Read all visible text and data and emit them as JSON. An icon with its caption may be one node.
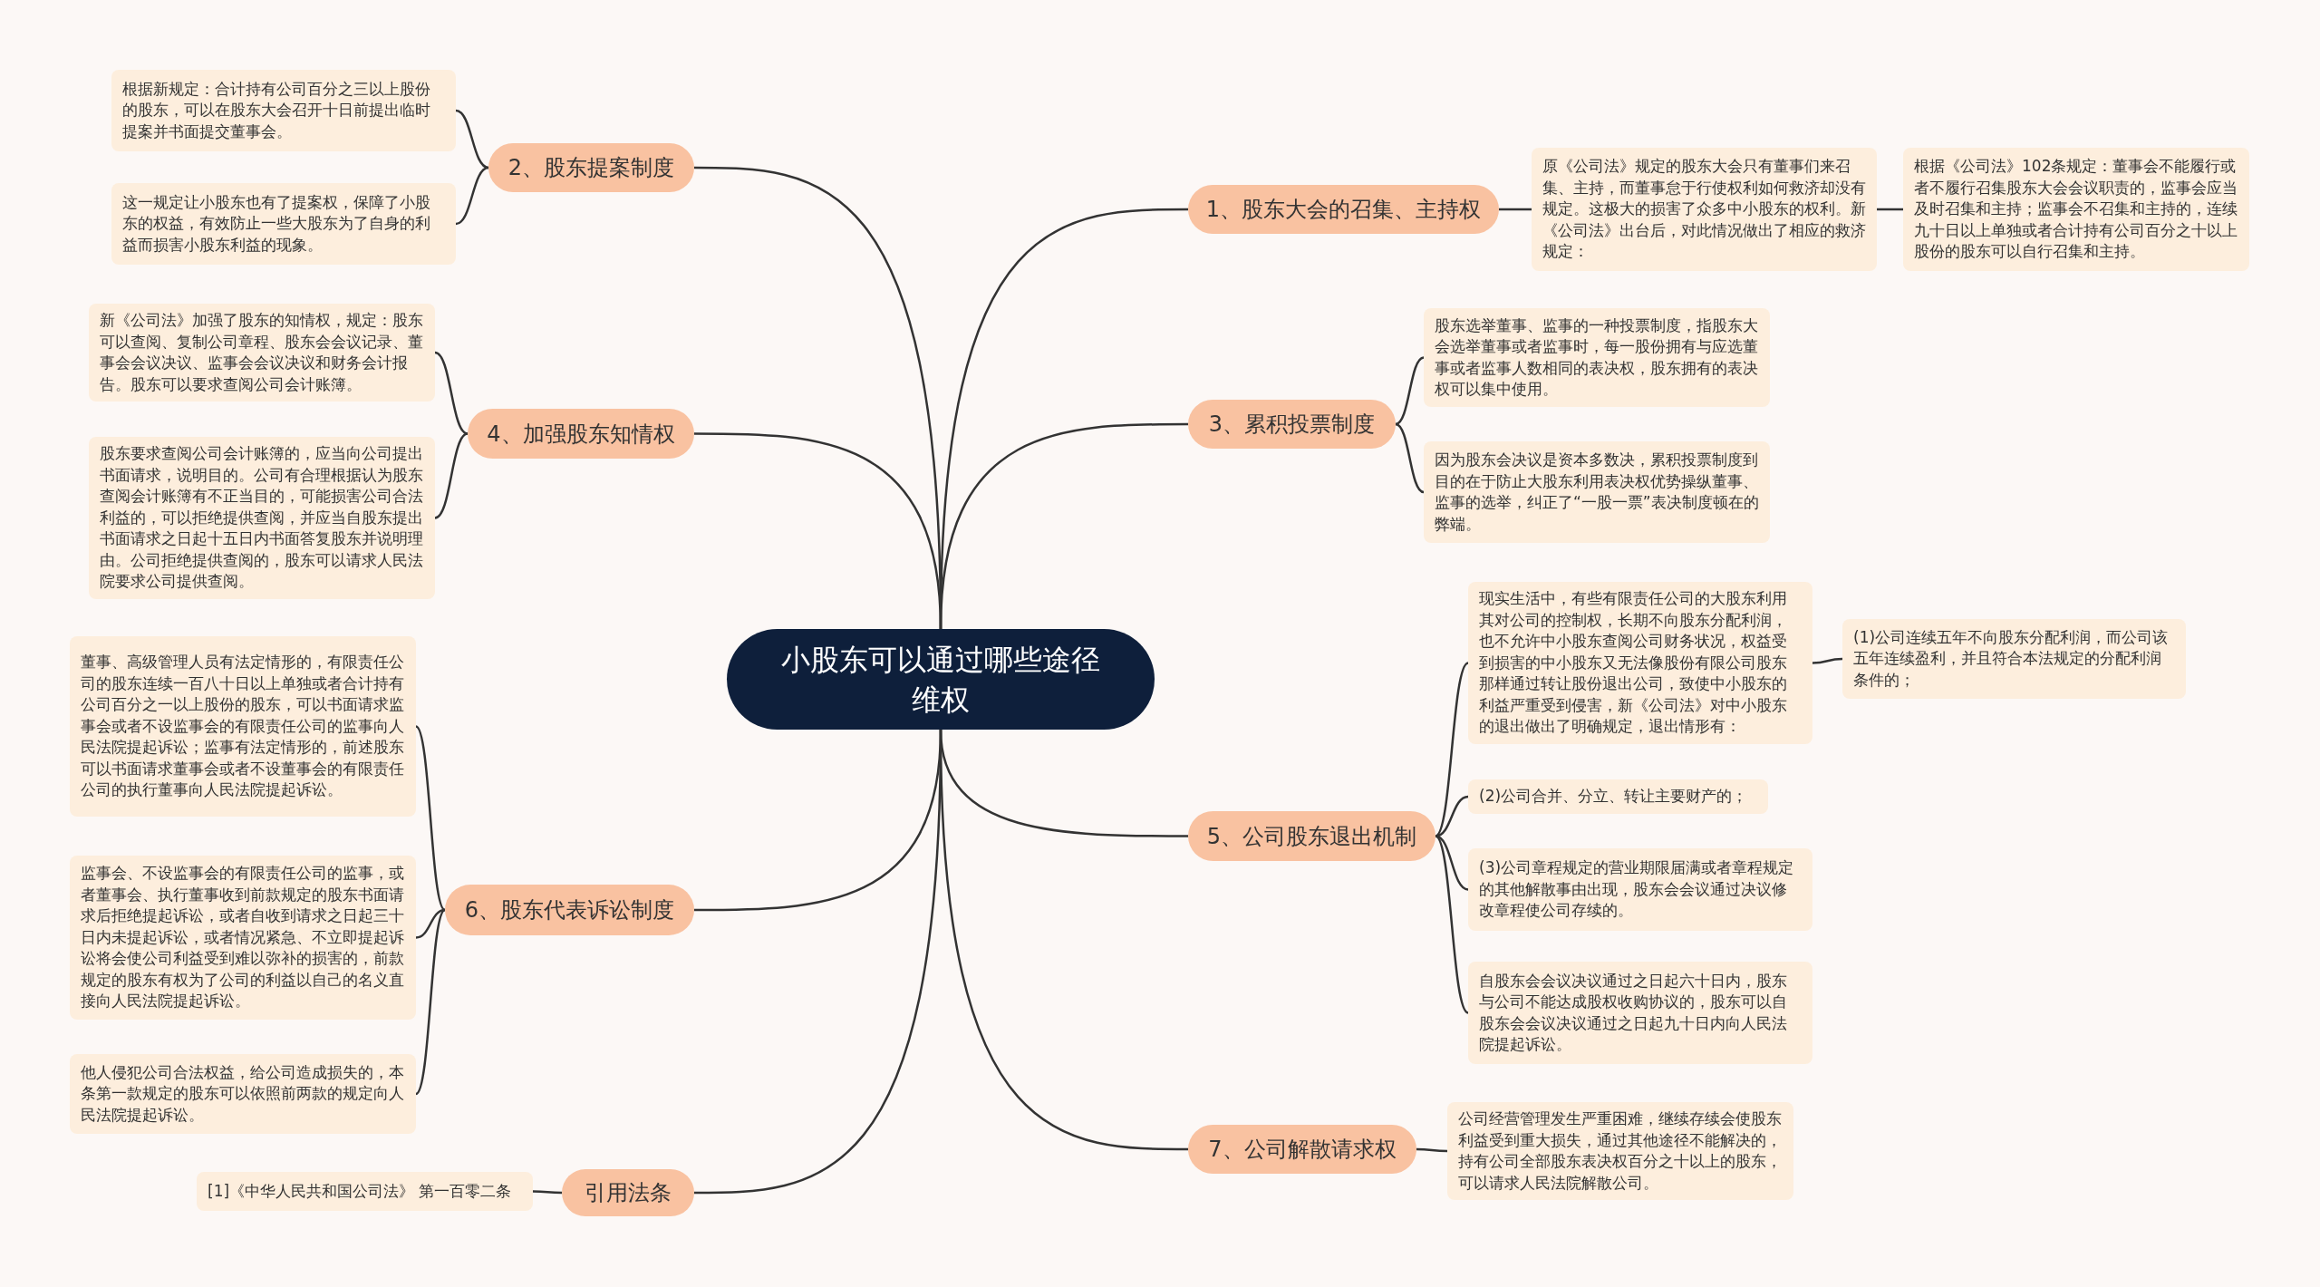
{
  "diagram": {
    "nodes": [
      {
        "text": [
          "小股东可以通过哪些途径维权"
        ]
      },
      {
        "text": [
          "1、股东大会的召集、主持权"
        ]
      },
      {
        "text": [
          "原《公司法》规定的股东大会只有董事们来召集、主持，而董事怠于行使权利如何救济却没有规定。这极大的损害了众多中小股东的权利。新《公司法》出台后，对此情况做出了相应的救济规定："
        ]
      },
      {
        "text": [
          "根据《公司法》102条规定：董事会不能履行或者不履行召集股东大会会议职责的，监事会应当及时召集和主持；监事会不召集和主持的，连续九十日以上单独或者合计持有公司百分之十以上股份的股东可以自行召集和主持。"
        ]
      },
      {
        "text": [
          "2、股东提案制度"
        ]
      },
      {
        "text": [
          "根据新规定：合计持有公司百分之三以上股份的股东，可以在股东大会召开十日前提出临时提案并书面提交董事会。"
        ]
      },
      {
        "text": [
          "这一规定让小股东也有了提案权，保障了小股东的权益，有效防止一些大股东为了自身的利益而损害小股东利益的现象。"
        ]
      },
      {
        "text": [
          "3、累积投票制度"
        ]
      },
      {
        "text": [
          "股东选举董事、监事的一种投票制度，指股东大会选举董事或者监事时，每一股份拥有与应选董事或者监事人数相同的表决权，股东拥有的表决权可以集中使用。"
        ]
      },
      {
        "text": [
          "因为股东会决议是资本多数决，累积投票制度到目的在于防止大股东利用表决权优势操纵董事、监事的选举，纠正了“一股一票”表决制度顿在的弊端。"
        ]
      },
      {
        "text": [
          "4、加强股东知情权"
        ]
      },
      {
        "text": [
          "新《公司法》加强了股东的知情权，规定：股东可以查阅、复制公司章程、股东会会议记录、董事会会议决议、监事会会议决议和财务会计报告。股东可以要求查阅公司会计账簿。"
        ]
      },
      {
        "text": [
          "股东要求查阅公司会计账簿的，应当向公司提出书面请求，说明目的。公司有合理根据认为股东查阅会计账簿有不正当目的，可能损害公司合法利益的，可以拒绝提供查阅，并应当自股东提出书面请求之日起十五日内书面答复股东并说明理由。公司拒绝提供查阅的，股东可以请求人民法院要求公司提供查阅。"
        ]
      },
      {
        "text": [
          "5、公司股东退出机制"
        ]
      },
      {
        "text": [
          "现实生活中，有些有限责任公司的大股东利用其对公司的控制权，长期不向股东分配利润，也不允许中小股东查阅公司财务状况，权益受到损害的中小股东又无法像股份有限公司股东那样通过转让股份退出公司，致使中小股东的利益严重受到侵害，新《公司法》对中小股东的退出做出了明确规定，退出情形有："
        ]
      },
      {
        "text": [
          "(1)公司连续五年不向股东分配利润，而公司该五年连续盈利，并且符合本法规定的分配利润条件的；"
        ]
      },
      {
        "text": [
          "(2)公司合并、分立、转让主要财产的；"
        ]
      },
      {
        "text": [
          "(3)公司章程规定的营业期限届满或者章程规定的其他解散事由出现，股东会会议通过决议修改章程使公司存续的。"
        ]
      },
      {
        "text": [
          "自股东会会议决议通过之日起六十日内，股东与公司不能达成股权收购协议的，股东可以自股东会会议决议通过之日起九十日内向人民法院提起诉讼。"
        ]
      },
      {
        "text": [
          "6、股东代表诉讼制度"
        ]
      },
      {
        "text": [
          "董事、高级管理人员有法定情形的，有限责任公司的股东连续一百八十日以上单独或者合计持有公司百分之一以上股份的股东，可以书面请求监事会或者不设监事会的有限责任公司的监事向人民法院提起诉讼；监事有法定情形的，前述股东可以书面请求董事会或者不设董事会的有限责任公司的执行董事向人民法院提起诉讼。"
        ]
      },
      {
        "text": [
          "监事会、不设监事会的有限责任公司的监事，或者董事会、执行董事收到前款规定的股东书面请求后拒绝提起诉讼，或者自收到请求之日起三十日内未提起诉讼，或者情况紧急、不立即提起诉讼将会使公司利益受到难以弥补的损害的，前款规定的股东有权为了公司的利益以自己的名义直接向人民法院提起诉讼。"
        ]
      },
      {
        "text": [
          "他人侵犯公司合法权益，给公司造成损失的，本条第一款规定的股东可以依照前两款的规定向人民法院提起诉讼。"
        ]
      },
      {
        "text": [
          "7、公司解散请求权"
        ]
      },
      {
        "text": [
          "公司经营管理发生严重困难，继续存续会使股东利益受到重大损失，通过其他途径不能解决的，持有公司全部股东表决权百分之十以上的股东，可以请求人民法院解散公司。"
        ]
      },
      {
        "text": [
          "引用法条"
        ]
      },
      {
        "text": [
          "[1]《中华人民共和国公司法》 第一百零二条"
        ]
      }
    ],
    "edges": [
      {
        "from": 0,
        "to": 1,
        "arrow": "none"
      },
      {
        "from": 1,
        "to": 2,
        "arrow": "none"
      },
      {
        "from": 2,
        "to": 3,
        "arrow": "none"
      },
      {
        "from": 0,
        "to": 4,
        "arrow": "none"
      },
      {
        "from": 4,
        "to": 5,
        "arrow": "none"
      },
      {
        "from": 4,
        "to": 6,
        "arrow": "none"
      },
      {
        "from": 0,
        "to": 7,
        "arrow": "none"
      },
      {
        "from": 7,
        "to": 8,
        "arrow": "none"
      },
      {
        "from": 7,
        "to": 9,
        "arrow": "none"
      },
      {
        "from": 0,
        "to": 10,
        "arrow": "none"
      },
      {
        "from": 10,
        "to": 11,
        "arrow": "none"
      },
      {
        "from": 10,
        "to": 12,
        "arrow": "none"
      },
      {
        "from": 0,
        "to": 13,
        "arrow": "none"
      },
      {
        "from": 13,
        "to": 14,
        "arrow": "none"
      },
      {
        "from": 14,
        "to": 15,
        "arrow": "none"
      },
      {
        "from": 13,
        "to": 16,
        "arrow": "none"
      },
      {
        "from": 13,
        "to": 17,
        "arrow": "none"
      },
      {
        "from": 13,
        "to": 18,
        "arrow": "none"
      },
      {
        "from": 0,
        "to": 19,
        "arrow": "none"
      },
      {
        "from": 19,
        "to": 20,
        "arrow": "none"
      },
      {
        "from": 19,
        "to": 21,
        "arrow": "none"
      },
      {
        "from": 19,
        "to": 22,
        "arrow": "none"
      },
      {
        "from": 0,
        "to": 23,
        "arrow": "none"
      },
      {
        "from": 23,
        "to": 24,
        "arrow": "none"
      },
      {
        "from": 0,
        "to": 25,
        "arrow": "none"
      },
      {
        "from": 25,
        "to": 26,
        "arrow": "none"
      }
    ]
  }
}
